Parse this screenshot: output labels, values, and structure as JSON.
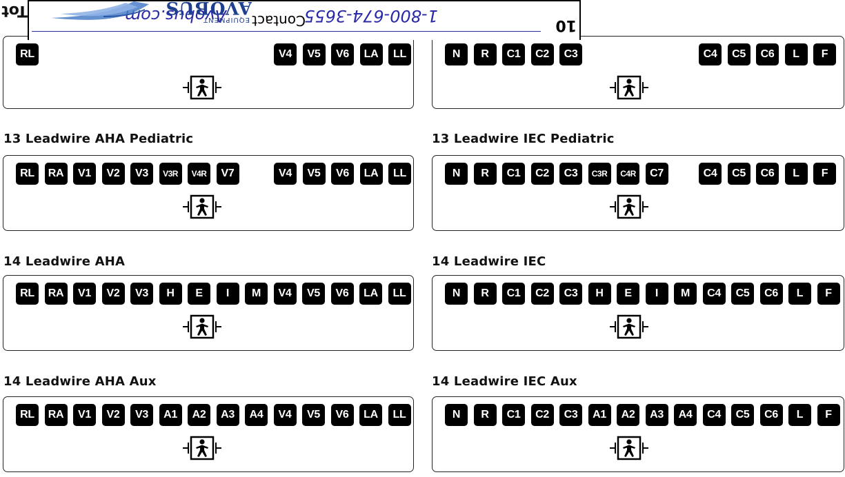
{
  "watermark": {
    "ten": "10",
    "contact": "Contact",
    "phone": "1-800-674-3655",
    "url": "Avobus.com",
    "brand": "AVOBUS",
    "sub": "EQUIPMENT",
    "title_fragment": "Tot"
  },
  "panels": {
    "p10_aha": {
      "heading": "",
      "groups": [
        [
          "RL"
        ],
        [
          "V4",
          "V5",
          "V6",
          "LA",
          "LL"
        ]
      ]
    },
    "p10_iec": {
      "heading": "",
      "groups": [
        [
          "N",
          "R",
          "C1",
          "C2",
          "C3"
        ],
        [
          "C4",
          "C5",
          "C6",
          "L",
          "F"
        ]
      ]
    },
    "p13_aha_ped": {
      "heading": "13 Leadwire AHA Pediatric",
      "groups": [
        [
          "RL",
          "RA",
          "V1",
          "V2",
          "V3",
          "V3R",
          "V4R",
          "V7"
        ],
        [
          "V4",
          "V5",
          "V6",
          "LA",
          "LL"
        ]
      ]
    },
    "p13_iec_ped": {
      "heading": "13 Leadwire IEC Pediatric",
      "groups": [
        [
          "N",
          "R",
          "C1",
          "C2",
          "C3",
          "C3R",
          "C4R",
          "C7"
        ],
        [
          "C4",
          "C5",
          "C6",
          "L",
          "F"
        ]
      ]
    },
    "p14_aha": {
      "heading": "14 Leadwire AHA",
      "groups": [
        [
          "RL",
          "RA",
          "V1",
          "V2",
          "V3",
          "H",
          "E",
          "I",
          "M",
          "V4",
          "V5",
          "V6",
          "LA",
          "LL"
        ]
      ]
    },
    "p14_iec": {
      "heading": "14 Leadwire IEC",
      "groups": [
        [
          "N",
          "R",
          "C1",
          "C2",
          "C3",
          "H",
          "E",
          "I",
          "M",
          "C4",
          "C5",
          "C6",
          "L",
          "F"
        ]
      ]
    },
    "p14_aha_aux": {
      "heading": "14 Leadwire AHA Aux",
      "groups": [
        [
          "RL",
          "RA",
          "V1",
          "V2",
          "V3",
          "A1",
          "A2",
          "A3",
          "A4",
          "V4",
          "V5",
          "V6",
          "LA",
          "LL"
        ]
      ]
    },
    "p14_iec_aux": {
      "heading": "14 Leadwire IEC Aux",
      "groups": [
        [
          "N",
          "R",
          "C1",
          "C2",
          "C3",
          "A1",
          "A2",
          "A3",
          "A4",
          "C4",
          "C5",
          "C6",
          "L",
          "F"
        ]
      ]
    }
  }
}
